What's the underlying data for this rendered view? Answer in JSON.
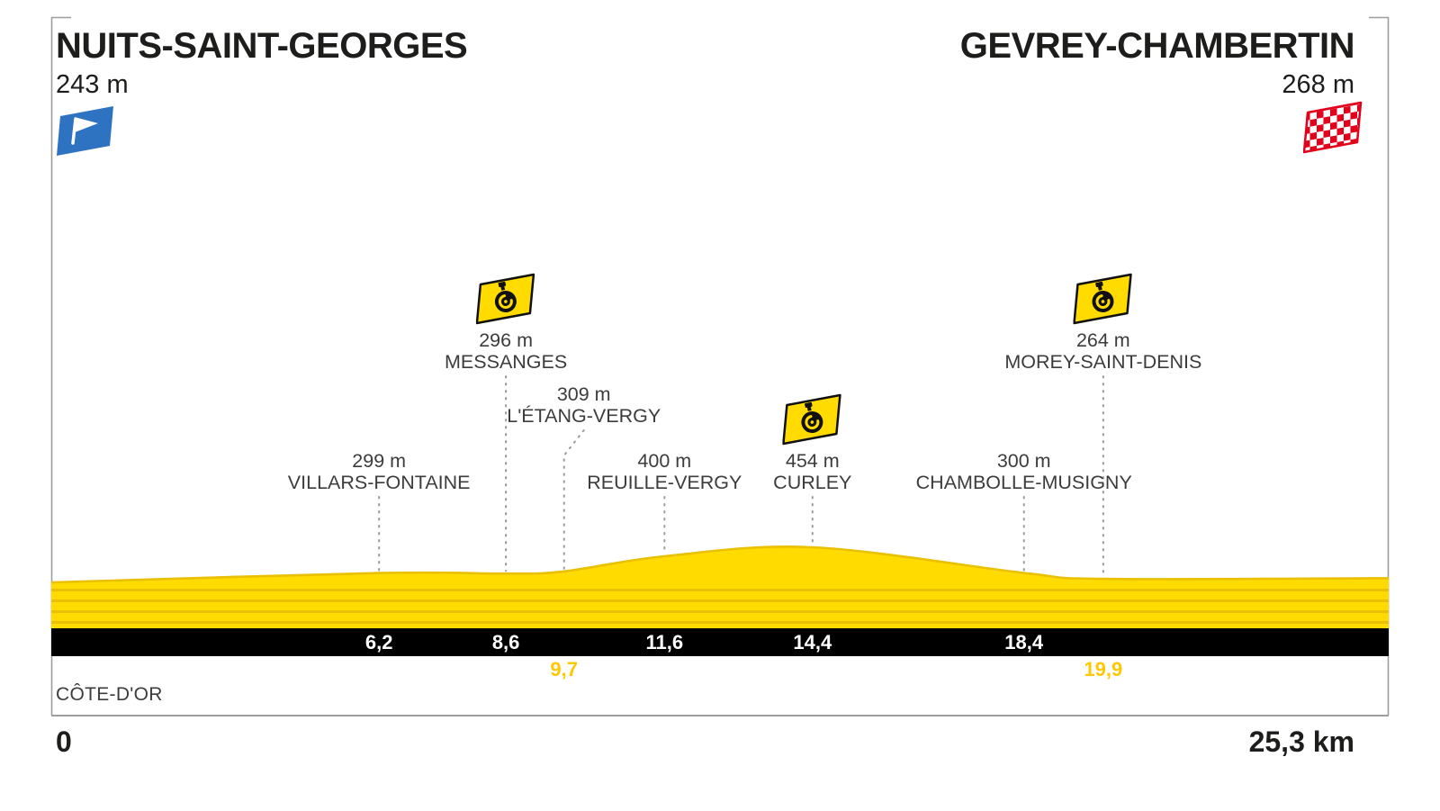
{
  "colors": {
    "profile_yellow": "#FFDB00",
    "profile_stripe": "#E9C003",
    "bar_black": "#000000",
    "km_on_bar_white": "#FFFFFF",
    "km_below_bar_yellow": "#FFC800",
    "title_black": "#1D1D1B",
    "label_gray": "#3C3C3B",
    "frame_gray": "#9D9D9C",
    "dash_gray": "#9B9B9B",
    "start_flag_blue": "#2E73C2",
    "finish_flag_red": "#E2001A"
  },
  "header": {
    "start_name": "NUITS-SAINT-GEORGES",
    "start_elevation": "243 m",
    "finish_name": "GEVREY-CHAMBERTIN",
    "finish_elevation": "268 m"
  },
  "footer": {
    "region": "CÔTE-D'OR",
    "km_start": "0",
    "km_total": "25,3 km"
  },
  "chart_data": {
    "type": "area",
    "x_unit": "km",
    "y_unit": "m",
    "x_range": [
      0,
      25.3
    ],
    "start": {
      "name": "NUITS-SAINT-GEORGES",
      "km": 0,
      "elevation_m": 243
    },
    "finish": {
      "name": "GEVREY-CHAMBERTIN",
      "km": 25.3,
      "elevation_m": 268
    },
    "waypoints": [
      {
        "km": 6.2,
        "km_label": "6,2",
        "name": "VILLARS-FONTAINE",
        "elevation_label": "299 m",
        "elevation_m": 299,
        "timecheck": false,
        "km_label_placement": "on-bar"
      },
      {
        "km": 8.6,
        "km_label": "8,6",
        "name": "MESSANGES",
        "elevation_label": "296 m",
        "elevation_m": 296,
        "timecheck": true,
        "km_label_placement": "on-bar"
      },
      {
        "km": 9.7,
        "km_label": "9,7",
        "name": "L'ÉTANG-VERGY",
        "elevation_label": "309 m",
        "elevation_m": 309,
        "timecheck": false,
        "km_label_placement": "below-bar"
      },
      {
        "km": 11.6,
        "km_label": "11,6",
        "name": "REUILLE-VERGY",
        "elevation_label": "400 m",
        "elevation_m": 400,
        "timecheck": false,
        "km_label_placement": "on-bar"
      },
      {
        "km": 14.4,
        "km_label": "14,4",
        "name": "CURLEY",
        "elevation_label": "454 m",
        "elevation_m": 454,
        "timecheck": true,
        "km_label_placement": "on-bar"
      },
      {
        "km": 18.4,
        "km_label": "18,4",
        "name": "CHAMBOLLE-MUSIGNY",
        "elevation_label": "300 m",
        "elevation_m": 300,
        "timecheck": false,
        "km_label_placement": "on-bar"
      },
      {
        "km": 19.9,
        "km_label": "19,9",
        "name": "MOREY-SAINT-DENIS",
        "elevation_label": "264 m",
        "elevation_m": 264,
        "timecheck": true,
        "km_label_placement": "below-bar"
      }
    ],
    "profile_points": [
      [
        0,
        243
      ],
      [
        6.2,
        299
      ],
      [
        8.6,
        296
      ],
      [
        9.7,
        309
      ],
      [
        11.6,
        400
      ],
      [
        14.4,
        454
      ],
      [
        18.4,
        300
      ],
      [
        19.9,
        264
      ],
      [
        25.3,
        268
      ]
    ]
  }
}
